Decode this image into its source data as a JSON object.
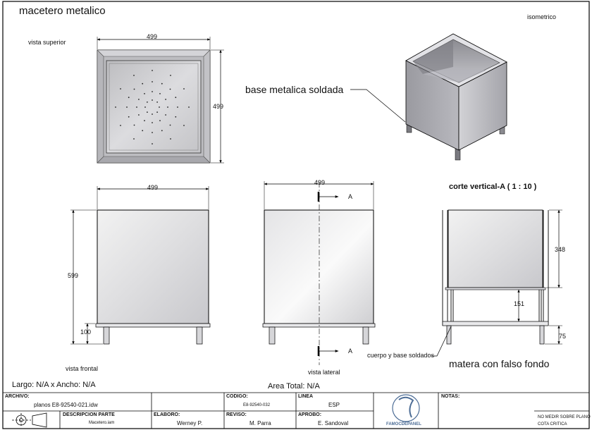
{
  "title": "macetero metalico",
  "views": {
    "top": "vista superior",
    "iso": "isometrico",
    "front": "vista frontal",
    "side": "vista lateral",
    "section": "corte vertical-A ( 1 : 10 )"
  },
  "callouts": {
    "base": "base metalica soldada",
    "body_base": "cuerpo y base soldados",
    "pot": "matera con falso fondo"
  },
  "dims": {
    "top_width": "499",
    "top_depth": "499",
    "front_width": "499",
    "front_height": "599",
    "front_leg": "100",
    "side_width": "499",
    "section_upper": "348",
    "section_mid": "151",
    "section_leg": "75"
  },
  "section_marker": "A",
  "summary": {
    "size": "Largo: N/A x Ancho: N/A",
    "area": "Area Total: N/A"
  },
  "title_block": {
    "archivo_label": "ARCHIVO:",
    "archivo_value": "planos E8-92540-021.idw",
    "codigo_label": "CODIGO:",
    "codigo_value": "E8-92540-032",
    "linea_label": "LINEA",
    "linea_value": "ESP",
    "notas_label": "NOTAS:",
    "descripcion_label": "DESCRIPCION PARTE",
    "descripcion_value": "Macetero.iam",
    "elaboro_label": "ELABORO:",
    "elaboro_value": "Werney P.",
    "reviso_label": "REVISO:",
    "reviso_value": "M. Parra",
    "aprobo_label": "APROBO:",
    "aprobo_value": "E. Sandoval",
    "company": "FAMOCDEPANEL",
    "note1": "NO MEDIR SOBRE PLANO",
    "note2": "COTA CRITICA"
  },
  "colors": {
    "steel_light": "#e6e6e6",
    "steel_mid": "#c8c8cc",
    "steel_dark": "#8f8f95",
    "line": "#000000"
  }
}
